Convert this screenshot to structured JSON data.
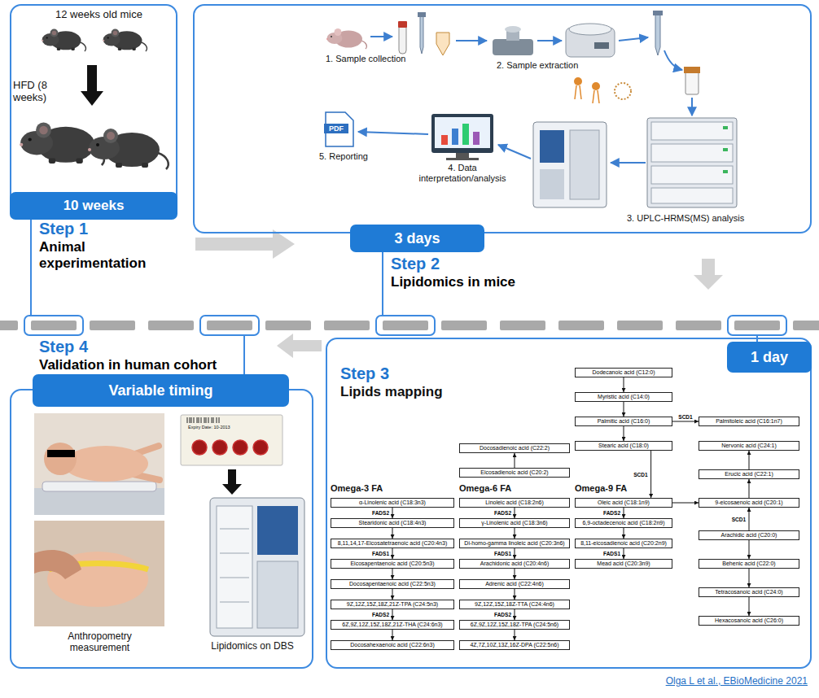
{
  "diagram": {
    "caption": "Olga L et al., EBioMedicine 2021",
    "nodes": [
      {
        "text": [
          "12 weeks old mice",
          "HFD (8 weeks)"
        ]
      },
      {
        "text": [
          "10 weeks"
        ],
        "in": 0
      },
      {
        "text": [
          "1. Sample collection",
          "2. Sample extraction",
          "3. UPLC-HRMS(MS) analysis",
          "4. Data interpretation/analysis",
          "5. Reporting",
          "PDF"
        ]
      },
      {
        "text": [
          "3 days"
        ],
        "in": 2
      },
      {
        "text": [
          "Step 3",
          "Lipids mapping",
          "Omega-3 FA",
          "Omega-6 FA",
          "Omega-9 FA"
        ]
      },
      {
        "text": [
          "1 day"
        ],
        "in": 4
      },
      {
        "text": [
          "α-Linolenic acid (C18:3n3)"
        ],
        "in": 4
      },
      {
        "text": [
          "Stearidonic acid (C18:4n3)"
        ],
        "in": 4
      },
      {
        "text": [
          "8,11,14,17-Eicosatetraenoic acid (C20:4n3)"
        ],
        "in": 4
      },
      {
        "text": [
          "Eicosapentaenoic acid (C20:5n3)"
        ],
        "in": 4
      },
      {
        "text": [
          "Docosapentaenoic acid (C22:5n3)"
        ],
        "in": 4
      },
      {
        "text": [
          "9Z,12Z,15Z,18Z,21Z-TPA (C24:5n3)"
        ],
        "in": 4
      },
      {
        "text": [
          "6Z,9Z,12Z,15Z,18Z,21Z-THA (C24:6n3)"
        ],
        "in": 4
      },
      {
        "text": [
          "Docosahexaenoic acid (C22:6n3)"
        ],
        "in": 4
      },
      {
        "text": [
          "Docosadienoic acid (C22:2)"
        ],
        "in": 4
      },
      {
        "text": [
          "Eicosadienoic acid (C20:2)"
        ],
        "in": 4
      },
      {
        "text": [
          "Linoleic acid (C18:2n6)"
        ],
        "in": 4
      },
      {
        "text": [
          "γ-Linolenic acid (C18:3n6)"
        ],
        "in": 4
      },
      {
        "text": [
          "Di-homo-gamma linoleic acid (C20:3n6)"
        ],
        "in": 4
      },
      {
        "text": [
          "Arachidonic acid (C20:4n6)"
        ],
        "in": 4
      },
      {
        "text": [
          "Adrenic acid (C22:4n6)"
        ],
        "in": 4
      },
      {
        "text": [
          "9Z,12Z,15Z,18Z-TTA (C24:4n6)"
        ],
        "in": 4
      },
      {
        "text": [
          "6Z,9Z,12Z,15Z,18Z-TPA (C24:5n6)"
        ],
        "in": 4
      },
      {
        "text": [
          "4Z,7Z,10Z,13Z,16Z-DPA (C22:5n6)"
        ],
        "in": 4
      },
      {
        "text": [
          "Dodecanoic acid (C12:0)"
        ],
        "in": 4
      },
      {
        "text": [
          "Myristic acid (C14:0)"
        ],
        "in": 4
      },
      {
        "text": [
          "Palmitic acid (C16:0)"
        ],
        "in": 4
      },
      {
        "text": [
          "Stearic acid (C18:0)"
        ],
        "in": 4
      },
      {
        "text": [
          "Oleic acid (C18:1n9)"
        ],
        "in": 4
      },
      {
        "text": [
          "6,9-octadecenoic acid (C18:2n9)"
        ],
        "in": 4
      },
      {
        "text": [
          "8,11-eicosadienoic acid (C20:2n9)"
        ],
        "in": 4
      },
      {
        "text": [
          "Mead acid (C20:3n9)"
        ],
        "in": 4
      },
      {
        "text": [
          "Palmitoleic acid (C16:1n7)"
        ],
        "in": 4
      },
      {
        "text": [
          "Nervonic acid (C24:1)"
        ],
        "in": 4
      },
      {
        "text": [
          "Erucic acid (C22:1)"
        ],
        "in": 4
      },
      {
        "text": [
          "9-eicosaenoic acid (C20:1)"
        ],
        "in": 4
      },
      {
        "text": [
          "Arachidic acid (C20:0)"
        ],
        "in": 4
      },
      {
        "text": [
          "Behenic acid (C22:0)"
        ],
        "in": 4
      },
      {
        "text": [
          "Tetracosanoic acid (C24:0)"
        ],
        "in": 4
      },
      {
        "text": [
          "Hexacosanoic acid (C26:0)"
        ],
        "in": 4
      },
      {
        "text": [
          "Anthropometry measurement",
          "Expiry Date: 10-2013",
          "Lipidomics on DBS"
        ]
      },
      {
        "text": [
          "Variable timing"
        ],
        "in": 40
      }
    ],
    "edges": [
      {
        "from": 6,
        "to": 7,
        "arrow": "to",
        "label": "FADS2"
      },
      {
        "from": 7,
        "to": 8,
        "arrow": "to"
      },
      {
        "from": 8,
        "to": 9,
        "arrow": "to",
        "label": "FADS1"
      },
      {
        "from": 9,
        "to": 10,
        "arrow": "to"
      },
      {
        "from": 10,
        "to": 11,
        "arrow": "to"
      },
      {
        "from": 11,
        "to": 12,
        "arrow": "to",
        "label": "FADS2"
      },
      {
        "from": 12,
        "to": 13,
        "arrow": "to"
      },
      {
        "from": 15,
        "to": 14,
        "arrow": "to"
      },
      {
        "from": 16,
        "to": 17,
        "arrow": "to",
        "label": "FADS2"
      },
      {
        "from": 17,
        "to": 18,
        "arrow": "to"
      },
      {
        "from": 18,
        "to": 19,
        "arrow": "to",
        "label": "FADS1"
      },
      {
        "from": 19,
        "to": 20,
        "arrow": "to"
      },
      {
        "from": 20,
        "to": 21,
        "arrow": "to"
      },
      {
        "from": 21,
        "to": 22,
        "arrow": "to",
        "label": "FADS2"
      },
      {
        "from": 22,
        "to": 23,
        "arrow": "to"
      },
      {
        "from": 24,
        "to": 25,
        "arrow": "to"
      },
      {
        "from": 25,
        "to": 26,
        "arrow": "to"
      },
      {
        "from": 26,
        "to": 27,
        "arrow": "to"
      },
      {
        "from": 27,
        "to": 28,
        "arrow": "to",
        "label": "SCD1"
      },
      {
        "from": 26,
        "to": 32,
        "arrow": "to",
        "label": "SCD1"
      },
      {
        "from": 28,
        "to": 29,
        "arrow": "to",
        "label": "FADS2"
      },
      {
        "from": 29,
        "to": 30,
        "arrow": "to"
      },
      {
        "from": 30,
        "to": 31,
        "arrow": "to",
        "label": "FADS1"
      },
      {
        "from": 28,
        "to": 35,
        "arrow": "to"
      },
      {
        "from": 36,
        "to": 35,
        "arrow": "to",
        "label": "SCD1"
      },
      {
        "from": 35,
        "to": 34,
        "arrow": "to"
      },
      {
        "from": 34,
        "to": 33,
        "arrow": "to"
      },
      {
        "from": 36,
        "to": 37,
        "arrow": "to"
      },
      {
        "from": 37,
        "to": 38,
        "arrow": "to"
      },
      {
        "from": 38,
        "to": 39,
        "arrow": "to"
      }
    ],
    "labels": [
      "Step 1",
      "Animal experimentation",
      "Step 2",
      "Lipidomics in mice",
      "Step 4",
      "Validation in human cohort"
    ]
  }
}
